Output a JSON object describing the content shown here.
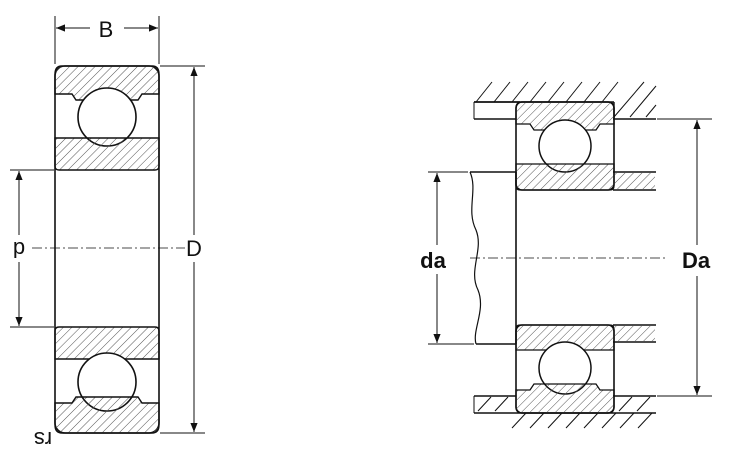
{
  "labels": {
    "width": "B",
    "bore": "d",
    "outer_diameter": "D",
    "chamfer": "rs",
    "abutment_bore": "da",
    "abutment_outer": "Da"
  },
  "colors": {
    "stroke": "#111111",
    "hatch": "#555555",
    "background": "#ffffff"
  }
}
